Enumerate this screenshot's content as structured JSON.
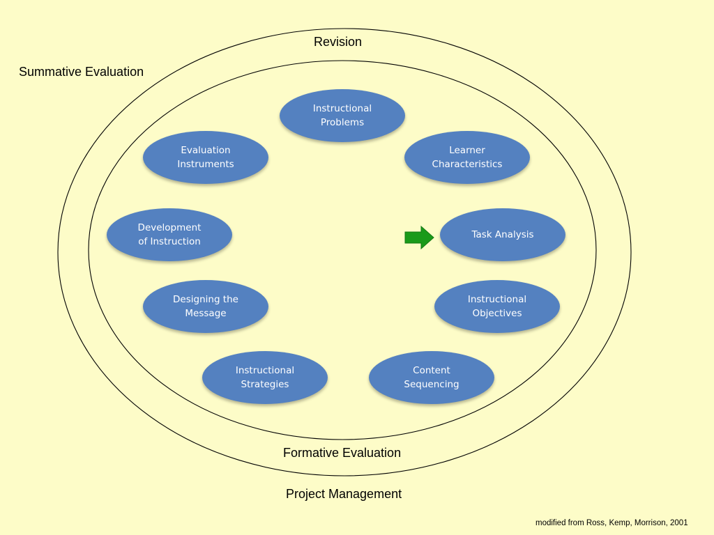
{
  "labels": {
    "revision": "Revision",
    "summative": "Summative Evaluation",
    "formative": "Formative Evaluation",
    "project": "Project Management",
    "credit": "modified from Ross, Kemp, Morrison, 2001"
  },
  "nodes": {
    "instructional_problems": "Instructional\nProblems",
    "learner_characteristics": "Learner\nCharacteristics",
    "task_analysis": "Task Analysis",
    "instructional_objectives": "Instructional\nObjectives",
    "content_sequencing": "Content\nSequencing",
    "instructional_strategies": "Instructional\nStrategies",
    "designing_the_message": "Designing the\nMessage",
    "development_of_instruction": "Development\nof Instruction",
    "evaluation_instruments": "Evaluation\nInstruments"
  },
  "colors": {
    "background": "#fdfcc8",
    "node_fill": "#5481c0",
    "arrow": "#1a9a1a"
  },
  "icons": {
    "current_step": "right-arrow-icon"
  }
}
